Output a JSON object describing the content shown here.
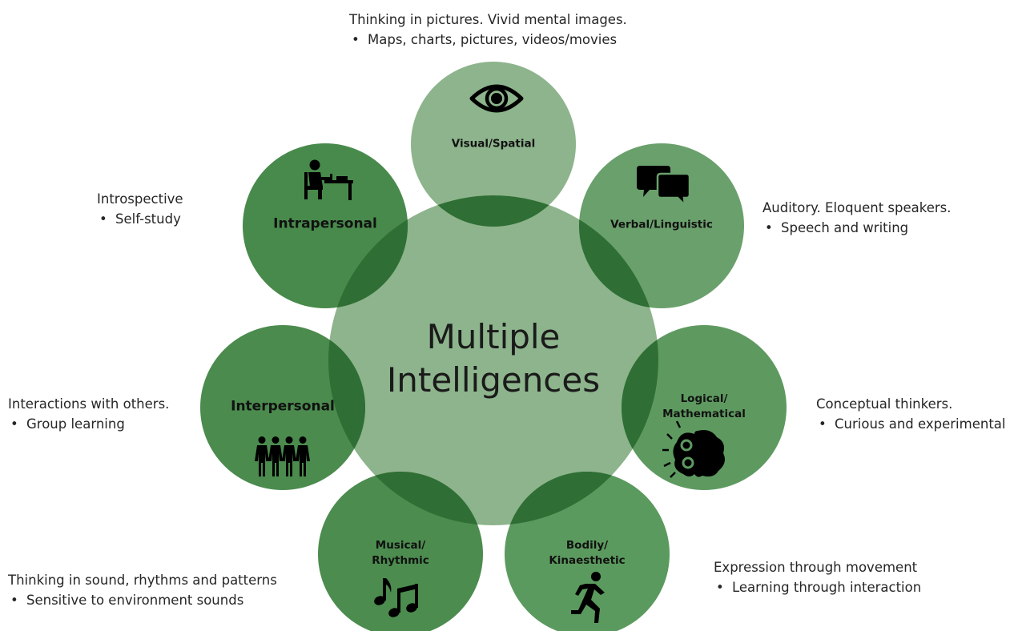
{
  "center": {
    "title_line1": "Multiple",
    "title_line2": "Intelligences"
  },
  "colors": {
    "center_fill": "#8db48c",
    "visual_fill": "#8db48c",
    "verbal_fill": "#6aa06c",
    "logical_fill": "#5e9a60",
    "bodily_fill": "#5b9a5e",
    "musical_fill": "#4c8c4f",
    "interpersonal_fill": "#4b8b4e",
    "intrapersonal_fill": "#488a4b",
    "overlap_fill": "#2f6e34"
  },
  "nodes": [
    {
      "id": "visual",
      "label_lines": [
        "Visual/Spatial"
      ],
      "icon": "eye-icon",
      "note": {
        "main": "Thinking in pictures. Vivid mental images.",
        "bullet": "Maps, charts, pictures, videos/movies"
      }
    },
    {
      "id": "verbal",
      "label_lines": [
        "Verbal/Linguistic"
      ],
      "icon": "speech-bubbles-icon",
      "note": {
        "main": "Auditory. Eloquent speakers.",
        "bullet": "Speech and writing"
      }
    },
    {
      "id": "logical",
      "label_lines": [
        "Logical/",
        "Mathematical"
      ],
      "icon": "brain-gears-icon",
      "note": {
        "main": "Conceptual thinkers.",
        "bullet": "Curious and experimental"
      }
    },
    {
      "id": "bodily",
      "label_lines": [
        "Bodily/",
        "Kinaesthetic"
      ],
      "icon": "running-person-icon",
      "note": {
        "main": "Expression through movement",
        "bullet": "Learning through interaction"
      }
    },
    {
      "id": "musical",
      "label_lines": [
        "Musical/",
        "Rhythmic"
      ],
      "icon": "music-notes-icon",
      "note": {
        "main": "Thinking in sound, rhythms and patterns",
        "bullet": "Sensitive to environment sounds"
      }
    },
    {
      "id": "interpersonal",
      "label_lines": [
        "Interpersonal"
      ],
      "icon": "group-people-icon",
      "note": {
        "main": "Interactions with others.",
        "bullet": "Group learning"
      }
    },
    {
      "id": "intrapersonal",
      "label_lines": [
        "Intrapersonal"
      ],
      "icon": "person-at-desk-icon",
      "note": {
        "main": "Introspective",
        "bullet": "Self-study"
      }
    }
  ]
}
